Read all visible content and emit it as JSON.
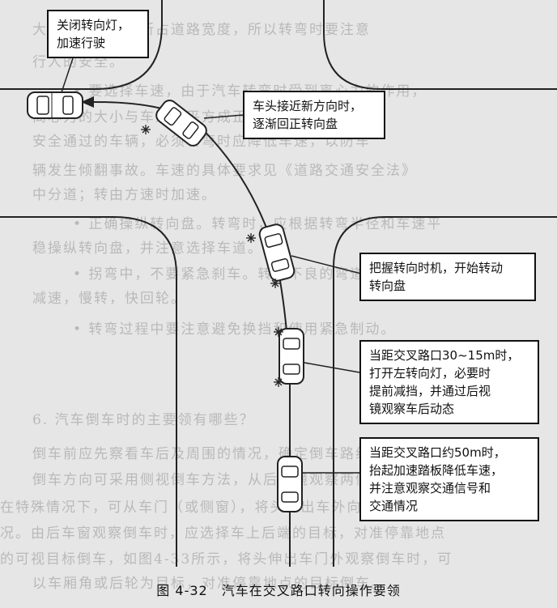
{
  "figure": {
    "caption": "图 4-32　汽车在交叉路口转向操作要领"
  },
  "callouts": [
    {
      "id": "c1",
      "text": "关闭转向灯，\n加速行驶"
    },
    {
      "id": "c2",
      "text": "车头接近新方向时，\n逐渐回正转向盘"
    },
    {
      "id": "c3",
      "text": "把握转向时机，开始转动\n转向盘"
    },
    {
      "id": "c4",
      "text": "当距交叉路口30~15m时，\n打开左转向灯，必要时\n提前减挡，并通过后视\n镜观察车后动态"
    },
    {
      "id": "c5",
      "text": "当距交叉路口约50m时，\n抬起加速踏板降低车速，\n并注意观察交通信号和\n交通情况"
    }
  ],
  "background_text": [
    "大于直线行驶时所占道路宽度，所以转弯时要注意",
    "行人的安全。",
    "• 要选择车速，由于汽车转弯时受到离心力的作用，",
    "离心力的大小与车速的平方成正比，车速过快时，汽",
    "安全通过的车辆，必须转弯时应降低车速，以防车",
    "辆发生倾翻事故。车速的具体要求见《道路交通安全法》",
    "中分道；转由方速时加速。",
    "• 正确操纵转向盘。转弯时，应根据转弯半径和车速平",
    "稳操纵转向盘，并注意选择车道。",
    "• 拐弯中，不要紧急刹车。转弯不良的弯道上转弯时要做到",
    "减速，慢转，快回轮。",
    "• 转弯过程中要注意避免换挡和使用紧急制动。",
    "6. 汽车倒车时的主要领有哪些？",
    "倒车前应先察看车后及周围的情况，确定倒车路线和停靠地点。",
    "倒车方向可采用侧视倒车方法，从后视镜观察两侧情况；",
    "在特殊情况下，可从车门（或侧窗），将头伸出车外向后观察情",
    "况。由后车窗观察倒车时，应选择车上后端的目标，对准停靠地点",
    "的可视目标倒车，如图4-33所示，将头伸出车门外观察倒车时，可",
    "以车厢角或后轮为目标，对准停靠地点的目标倒车。"
  ]
}
